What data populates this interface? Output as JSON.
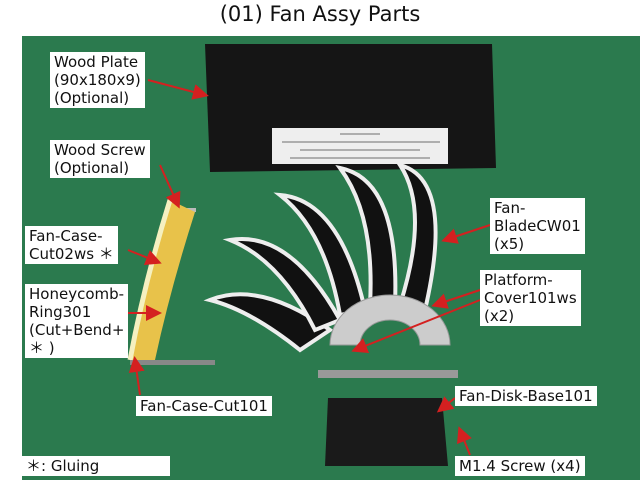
{
  "title": "(01) Fan Assy Parts",
  "labels": {
    "wood_plate": "Wood Plate\n(90x180x9)\n(Optional)",
    "wood_screw": "Wood Screw\n(Optional)",
    "fan_case_cut02": "Fan-Case-\nCut02ws ＊",
    "honeycomb": "Honeycomb-\nRing301\n(Cut+Bend+\n  ＊  )",
    "fan_case_cut101": "Fan-Case-Cut101",
    "fan_blade": "Fan-\nBladeCW01\n(x5)",
    "platform_cover": "Platform-\nCover101ws\n   (x2)",
    "fan_disk_base": "Fan-Disk-Base101",
    "m14_screw": "M1.4 Screw (x4)",
    "legend": "＊: Gluing"
  },
  "colors": {
    "background": "#2b7a4e",
    "arrow": "#d42020"
  }
}
